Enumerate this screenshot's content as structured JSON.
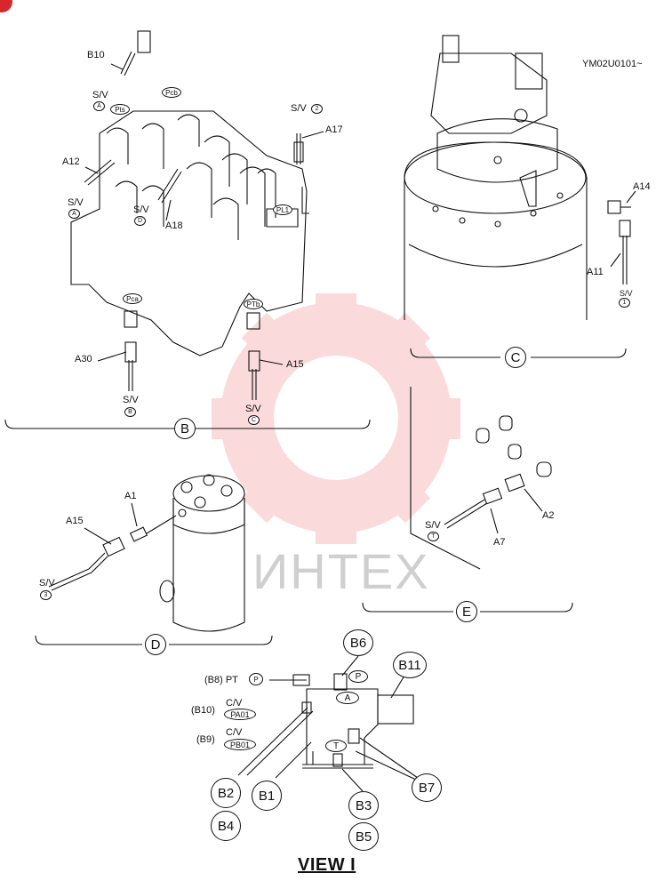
{
  "model_code": "YM02U0101~",
  "watermark": "ИНТЕХ",
  "view_title": "VIEW I",
  "section_labels": [
    "B",
    "C",
    "D",
    "E"
  ],
  "detail_b": {
    "parts": [
      "B10",
      "A12",
      "A18",
      "A17",
      "A30",
      "A15"
    ],
    "sv": "S/V",
    "port_letters": [
      "A",
      "A",
      "D",
      "2",
      "B",
      "C"
    ],
    "ports": [
      "Pcb",
      "Pts",
      "PL1",
      "Pca",
      "PTb"
    ]
  },
  "detail_c": {
    "parts": [
      "A14",
      "A11"
    ],
    "sv": "S/V",
    "port": "1"
  },
  "detail_d": {
    "parts": [
      "A1",
      "A15"
    ],
    "sv": "S/V",
    "port": "3"
  },
  "detail_e": {
    "parts": [
      "A2",
      "A7"
    ],
    "sv": "S/V",
    "port": "T"
  },
  "view_i": {
    "callouts": [
      "B6",
      "B11",
      "B2",
      "B4",
      "B1",
      "B3",
      "B5",
      "B7"
    ],
    "row_b8": "(B8) PT",
    "row_b10": "(B10)",
    "row_b9": "(B9)",
    "cv": "C/V",
    "port_pa01": "PA01",
    "port_pb01": "PB01",
    "port_p": "P",
    "port_a": "A",
    "port_t": "T"
  },
  "colors": {
    "ink": "#111111",
    "watermark_red": "#e9383f",
    "watermark_gray": "#cfcfcf"
  }
}
